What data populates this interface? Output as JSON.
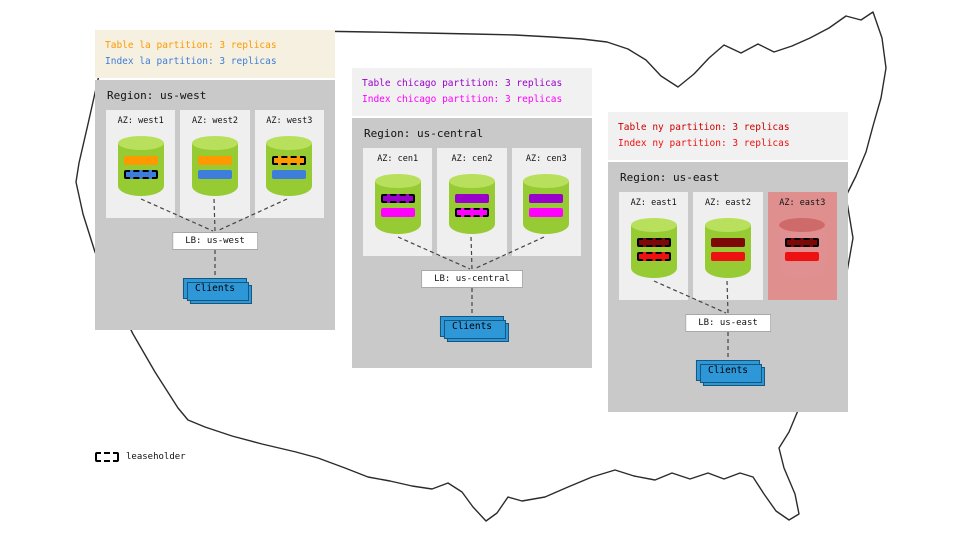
{
  "map": {
    "name": "united-states-outline"
  },
  "key": {
    "label": "leaseholder"
  },
  "regions": [
    {
      "name": "us-west",
      "title": "Region: us-west",
      "annotation": {
        "table": "Table la partition: 3 replicas",
        "index": "Index la partition: 3 replicas",
        "table_color": "#ff9900",
        "index_color": "#3d7edb"
      },
      "azs": [
        {
          "label": "AZ: west1",
          "table_leaseholder": false,
          "index_leaseholder": true,
          "failed": false
        },
        {
          "label": "AZ: west2",
          "table_leaseholder": false,
          "index_leaseholder": false,
          "failed": false
        },
        {
          "label": "AZ: west3",
          "table_leaseholder": true,
          "index_leaseholder": false,
          "failed": false
        }
      ],
      "replica_colors": {
        "table": "#ff9900",
        "index": "#3d7edb"
      },
      "lb": "LB: us-west",
      "clients": "Clients"
    },
    {
      "name": "us-central",
      "title": "Region: us-central",
      "annotation": {
        "table": "Table chicago partition: 3 replicas",
        "index": "Index chicago partition: 3 replicas",
        "table_color": "#9900cc",
        "index_color": "#ff00ff"
      },
      "azs": [
        {
          "label": "AZ: cen1",
          "table_leaseholder": true,
          "index_leaseholder": false,
          "failed": false
        },
        {
          "label": "AZ: cen2",
          "table_leaseholder": false,
          "index_leaseholder": true,
          "failed": false
        },
        {
          "label": "AZ: cen3",
          "table_leaseholder": false,
          "index_leaseholder": false,
          "failed": false
        }
      ],
      "replica_colors": {
        "table": "#9900cc",
        "index": "#ff00ff"
      },
      "lb": "LB: us-central",
      "clients": "Clients"
    },
    {
      "name": "us-east",
      "title": "Region: us-east",
      "annotation": {
        "table": "Table ny partition: 3 replicas",
        "index": "Index ny partition: 3 replicas",
        "table_color": "#cc0000",
        "index_color": "#ee1111"
      },
      "azs": [
        {
          "label": "AZ: east1",
          "table_leaseholder": true,
          "index_leaseholder": true,
          "failed": false
        },
        {
          "label": "AZ: east2",
          "table_leaseholder": false,
          "index_leaseholder": false,
          "failed": false
        },
        {
          "label": "AZ: east3",
          "table_leaseholder": true,
          "index_leaseholder": false,
          "failed": true
        }
      ],
      "replica_colors": {
        "table": "#7d0808",
        "index": "#ee1111"
      },
      "lb": "LB: us-east",
      "clients": "Clients"
    }
  ]
}
